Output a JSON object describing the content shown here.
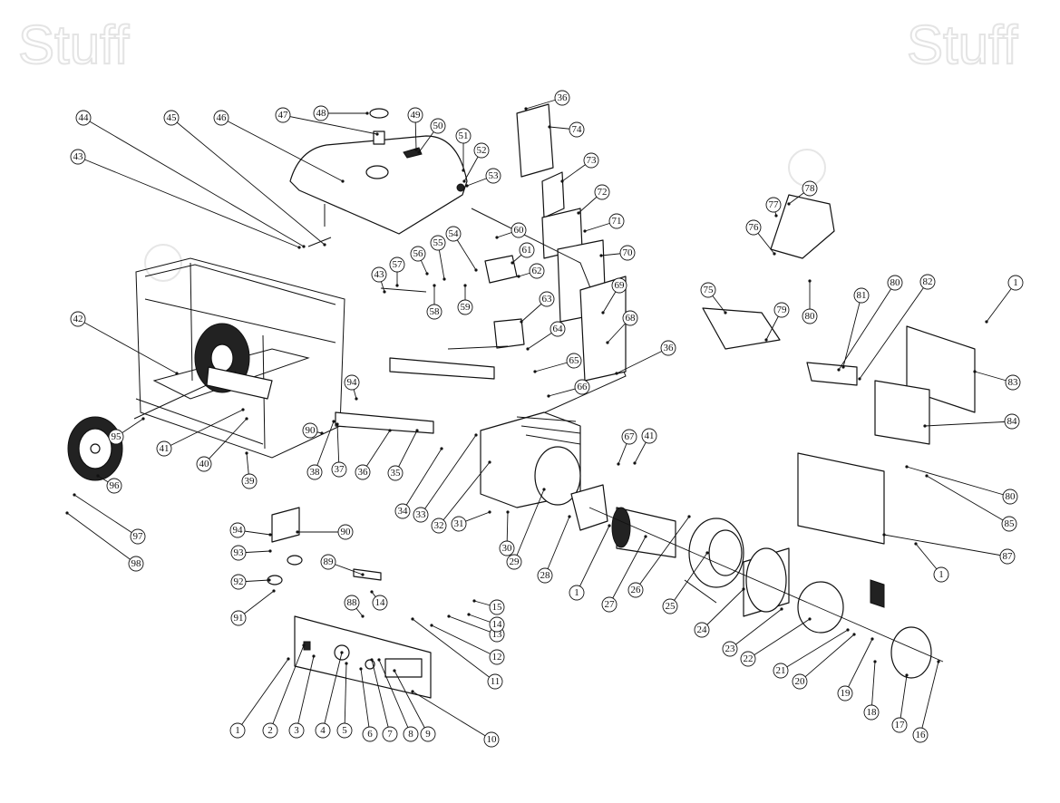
{
  "diagram": {
    "title": "Generator exploded parts diagram",
    "watermark_text": "Stuff",
    "callouts": [
      {
        "label": "1"
      },
      {
        "label": "2"
      },
      {
        "label": "3"
      },
      {
        "label": "4"
      },
      {
        "label": "5"
      },
      {
        "label": "6"
      },
      {
        "label": "7"
      },
      {
        "label": "8"
      },
      {
        "label": "9"
      },
      {
        "label": "10"
      },
      {
        "label": "11"
      },
      {
        "label": "12"
      },
      {
        "label": "13"
      },
      {
        "label": "14"
      },
      {
        "label": "15"
      },
      {
        "label": "14"
      },
      {
        "label": "88"
      },
      {
        "label": "89"
      },
      {
        "label": "94"
      },
      {
        "label": "93"
      },
      {
        "label": "92"
      },
      {
        "label": "91"
      },
      {
        "label": "90"
      },
      {
        "label": "97"
      },
      {
        "label": "98"
      },
      {
        "label": "96"
      },
      {
        "label": "95"
      },
      {
        "label": "41"
      },
      {
        "label": "40"
      },
      {
        "label": "39"
      },
      {
        "label": "42"
      },
      {
        "label": "43"
      },
      {
        "label": "44"
      },
      {
        "label": "45"
      },
      {
        "label": "46"
      },
      {
        "label": "47"
      },
      {
        "label": "48"
      },
      {
        "label": "49"
      },
      {
        "label": "50"
      },
      {
        "label": "51"
      },
      {
        "label": "52"
      },
      {
        "label": "53"
      },
      {
        "label": "36"
      },
      {
        "label": "74"
      },
      {
        "label": "73"
      },
      {
        "label": "72"
      },
      {
        "label": "71"
      },
      {
        "label": "70"
      },
      {
        "label": "69"
      },
      {
        "label": "68"
      },
      {
        "label": "36"
      },
      {
        "label": "54"
      },
      {
        "label": "55"
      },
      {
        "label": "56"
      },
      {
        "label": "57"
      },
      {
        "label": "43"
      },
      {
        "label": "58"
      },
      {
        "label": "59"
      },
      {
        "label": "60"
      },
      {
        "label": "61"
      },
      {
        "label": "62"
      },
      {
        "label": "63"
      },
      {
        "label": "64"
      },
      {
        "label": "65"
      },
      {
        "label": "66"
      },
      {
        "label": "94"
      },
      {
        "label": "90"
      },
      {
        "label": "38"
      },
      {
        "label": "37"
      },
      {
        "label": "36"
      },
      {
        "label": "35"
      },
      {
        "label": "34"
      },
      {
        "label": "33"
      },
      {
        "label": "32"
      },
      {
        "label": "31"
      },
      {
        "label": "30"
      },
      {
        "label": "29"
      },
      {
        "label": "28"
      },
      {
        "label": "1"
      },
      {
        "label": "27"
      },
      {
        "label": "26"
      },
      {
        "label": "25"
      },
      {
        "label": "24"
      },
      {
        "label": "23"
      },
      {
        "label": "22"
      },
      {
        "label": "21"
      },
      {
        "label": "20"
      },
      {
        "label": "19"
      },
      {
        "label": "18"
      },
      {
        "label": "17"
      },
      {
        "label": "16"
      },
      {
        "label": "67"
      },
      {
        "label": "41"
      },
      {
        "label": "75"
      },
      {
        "label": "76"
      },
      {
        "label": "77"
      },
      {
        "label": "78"
      },
      {
        "label": "79"
      },
      {
        "label": "80"
      },
      {
        "label": "81"
      },
      {
        "label": "80"
      },
      {
        "label": "82"
      },
      {
        "label": "1"
      },
      {
        "label": "83"
      },
      {
        "label": "84"
      },
      {
        "label": "80"
      },
      {
        "label": "85"
      },
      {
        "label": "87"
      },
      {
        "label": "1"
      }
    ]
  }
}
